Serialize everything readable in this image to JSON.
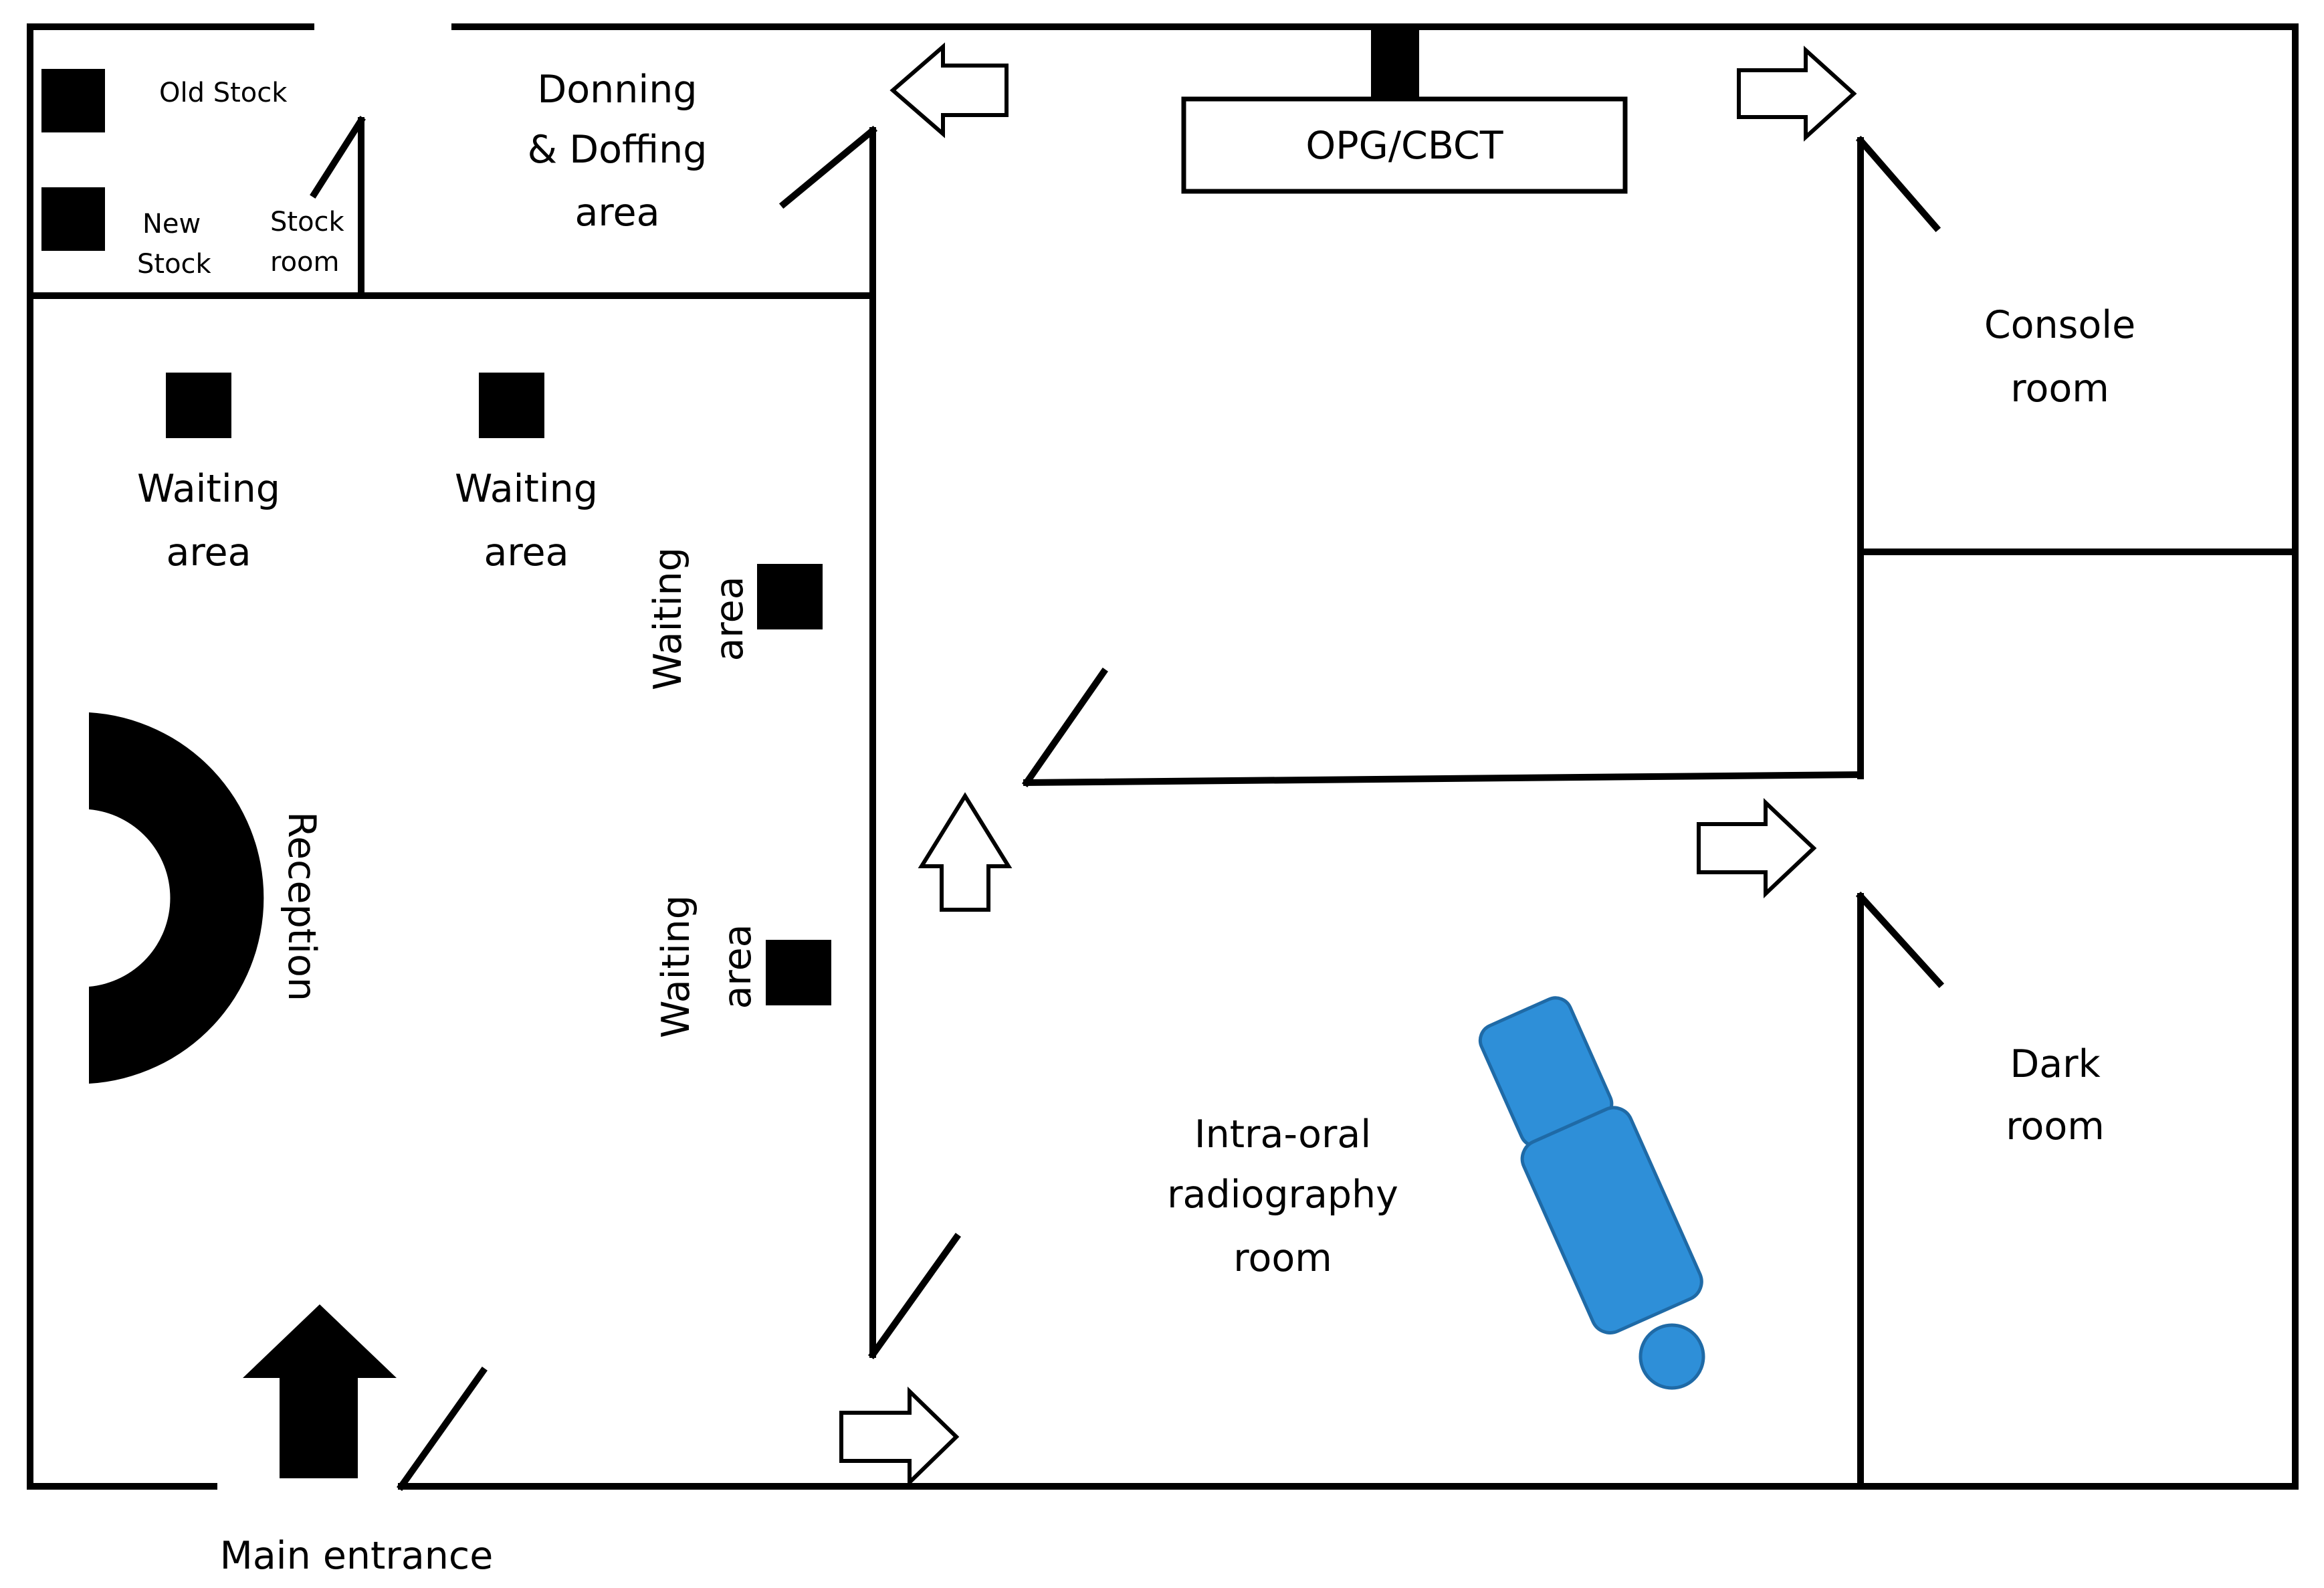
{
  "colors": {
    "wall": "#000000",
    "background": "#ffffff",
    "chair_fill": "#2e8fd8",
    "chair_outline": "#1f6aa6",
    "arrow_fill": "#ffffff",
    "arrow_outline": "#000000",
    "entrance_arrow": "#000000"
  },
  "labels": {
    "old_stock": "Old Stock",
    "new_stock_line1": "New",
    "new_stock_line2": "Stock",
    "stock_room_line1": "Stock",
    "stock_room_line2": "room",
    "donning_line1": "Donning",
    "donning_line2": "& Doffing",
    "donning_line3": "area",
    "opg_cbct": "OPG/CBCT",
    "console_line1": "Console",
    "console_line2": "room",
    "waiting_1_line1": "Waiting",
    "waiting_1_line2": "area",
    "waiting_2_line1": "Waiting",
    "waiting_2_line2": "area",
    "waiting_3_line1": "Waiting",
    "waiting_3_line2": "area",
    "waiting_4_line1": "Waiting",
    "waiting_4_line2": "area",
    "reception": "Reception",
    "intraoral_line1": "Intra-oral",
    "intraoral_line2": "radiography",
    "intraoral_line3": "room",
    "dark_line1": "Dark",
    "dark_line2": "room",
    "main_entrance": "Main entrance"
  },
  "icons": {
    "flow_arrow": "outline-block-arrow-icon",
    "entrance_arrow": "solid-up-arrow-icon",
    "seat": "square-seat-marker-icon",
    "reception_desk": "half-ring-desk-icon",
    "dental_chair": "dental-chair-icon"
  }
}
